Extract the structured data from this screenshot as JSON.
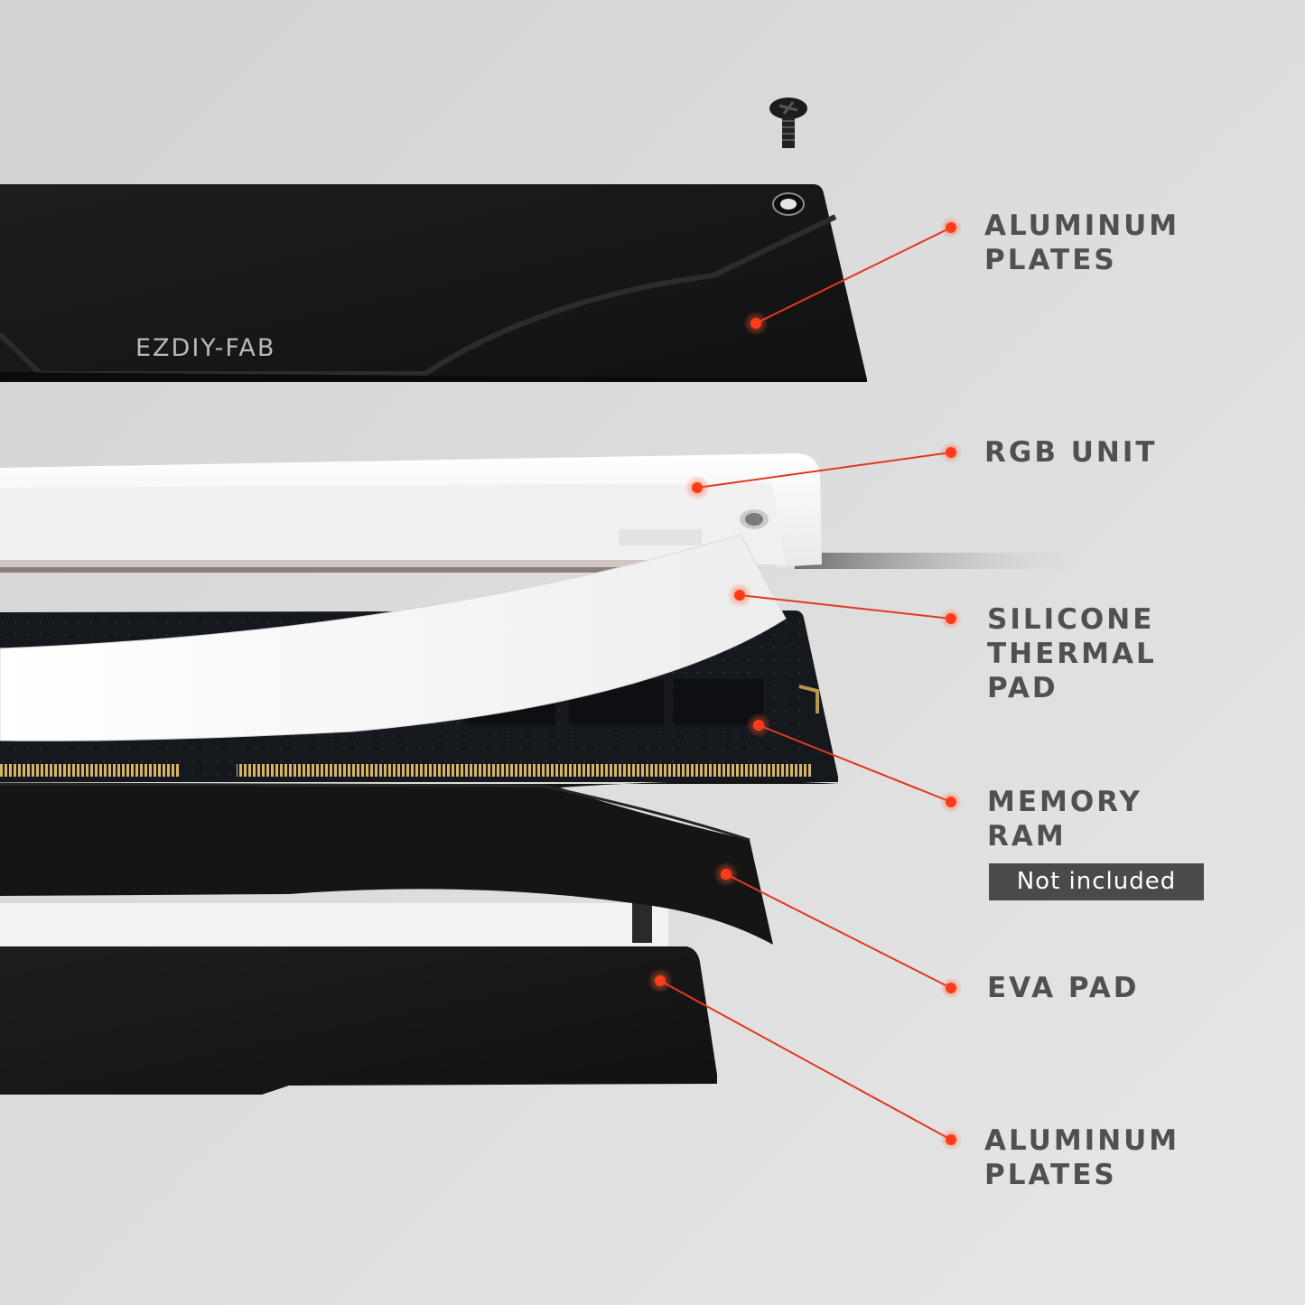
{
  "brand": {
    "text": "EZDIY-FAB"
  },
  "callouts": [
    {
      "id": "top-aluminum",
      "lines": [
        "ALUMINUM",
        "PLATES"
      ]
    },
    {
      "id": "rgb-unit",
      "lines": [
        "RGB UNIT"
      ]
    },
    {
      "id": "silicone-pad",
      "lines": [
        "SILICONE",
        "THERMAL",
        "PAD"
      ]
    },
    {
      "id": "memory-ram",
      "lines": [
        "MEMORY",
        "RAM"
      ]
    },
    {
      "id": "eva-pad",
      "lines": [
        "EVA PAD"
      ]
    },
    {
      "id": "bottom-aluminum",
      "lines": [
        "ALUMINUM",
        "PLATES"
      ]
    }
  ],
  "badge": {
    "text": "Not included"
  },
  "colors": {
    "background": "#d9d9d9",
    "plate": "#1b1b1b",
    "plate_bevel": "#2a2a2a",
    "rgb_white": "#f4f4f4",
    "pcb": "#15181d",
    "gold_contacts": "#d6b463",
    "callout_line": "#e03a1e",
    "callout_dot": "#ff3b1a",
    "label_text": "#505050",
    "badge_bg": "#4a4a4a"
  }
}
